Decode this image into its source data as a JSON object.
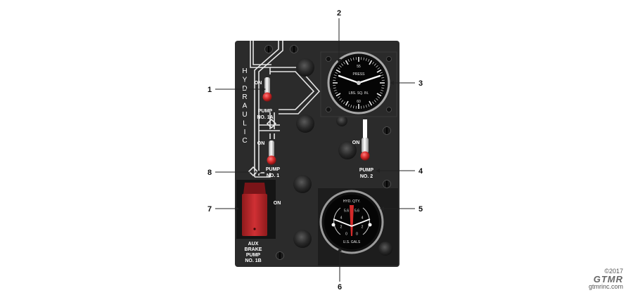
{
  "panel": {
    "title": "HYDRAULIC",
    "switches": {
      "pump_1a": {
        "on_label": "ON",
        "name_line1": "PUMP",
        "name_line2": "NO. 1A"
      },
      "pump_1": {
        "on_label": "ON",
        "name_line1": "PUMP",
        "name_line2": "NO. 1"
      },
      "pump_2": {
        "on_label": "ON",
        "name_line1": "PUMP",
        "name_line2": "NO. 2"
      },
      "aux_brake": {
        "on_label": "ON",
        "name_line1": "AUX",
        "name_line2": "BRAKE",
        "name_line3": "PUMP",
        "name_line4": "NO. 1B"
      }
    },
    "pressure_gauge": {
      "label_top": "PRESS",
      "label_units": "LBS. SQ. IN.",
      "scale_top": "55",
      "scale_bottom": "60"
    },
    "quantity_gauge": {
      "label_top": "HYD. QTY.",
      "label_bottom": "U.S. GALS",
      "left_scale": [
        "5.6",
        "4",
        "2",
        "0"
      ],
      "right_scale": [
        "5.6",
        "4",
        "2",
        "0"
      ]
    }
  },
  "callouts": [
    "1",
    "2",
    "3",
    "4",
    "5",
    "6",
    "7",
    "8"
  ],
  "colors": {
    "panel": "#2b2b2b",
    "knob_red": "#d42a2a",
    "guard_red": "#c0282b",
    "pipe": "#e6e6e6"
  },
  "footer": {
    "copyright": "©2017",
    "logo": "GTMR",
    "website": "gtmrinc.com"
  }
}
